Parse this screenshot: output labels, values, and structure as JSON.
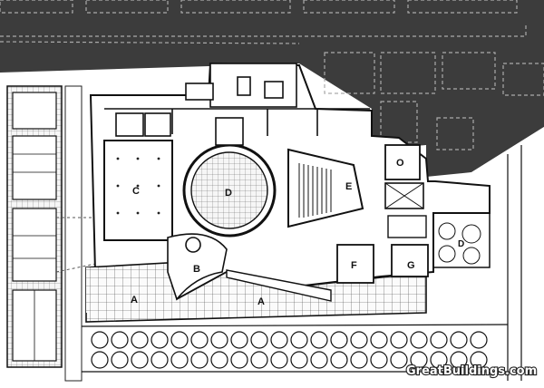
{
  "diagram": {
    "kind": "site plan",
    "room_labels": {
      "a1": "A",
      "a2": "A",
      "b": "B",
      "c": "C",
      "d": "D",
      "e": "E",
      "f": "F",
      "g": "G",
      "o": "O",
      "r": "D"
    },
    "watermark": "GreatBuildings.com"
  },
  "colors": {
    "background_dark": "#3a3a3a",
    "paper": "#ffffff",
    "ink": "#111111"
  }
}
